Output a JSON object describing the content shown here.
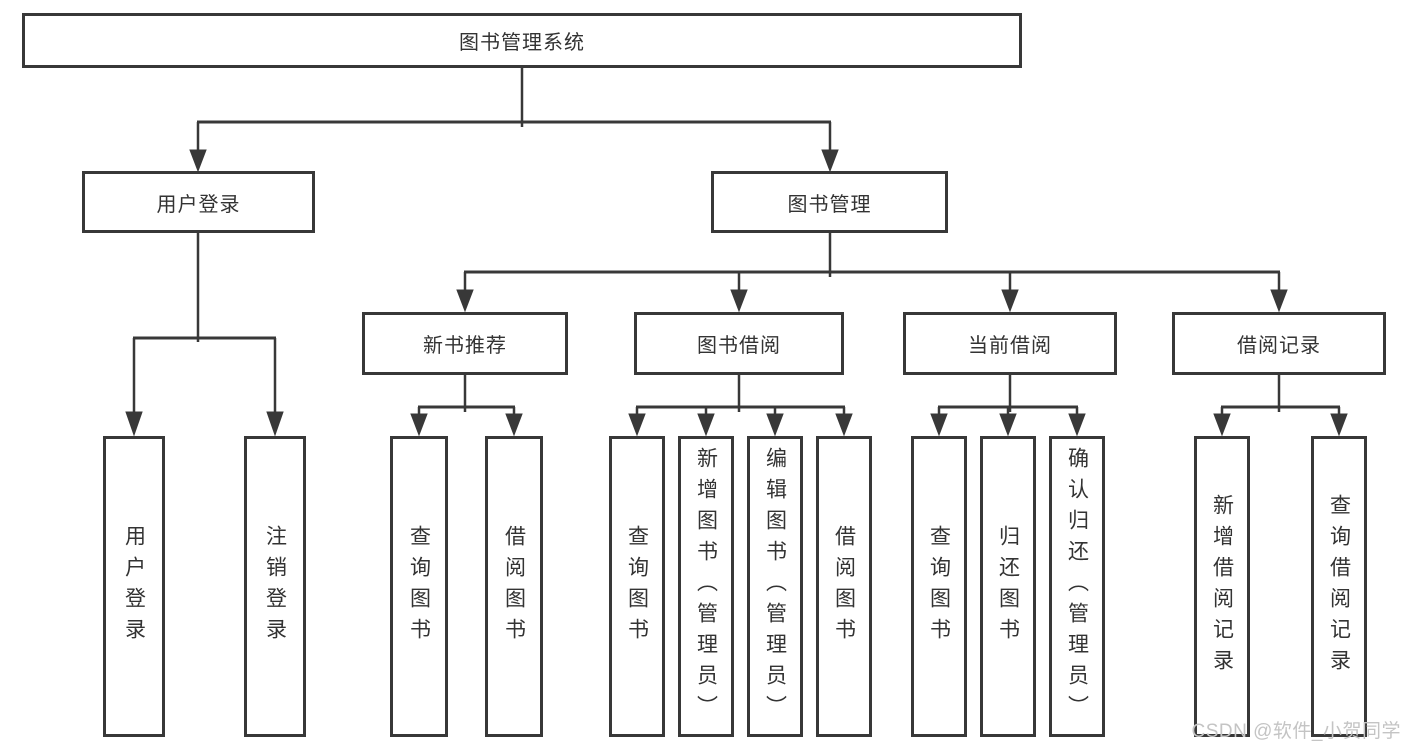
{
  "diagram": {
    "background": "#ffffff",
    "line_color": "#383838",
    "text_color": "#333333",
    "tree": {
      "label": "图书管理系统",
      "children": [
        {
          "label": "用户登录",
          "children": [
            {
              "label": "用户登录"
            },
            {
              "label": "注销登录"
            }
          ]
        },
        {
          "label": "图书管理",
          "children": [
            {
              "label": "新书推荐",
              "children": [
                {
                  "label": "查询图书"
                },
                {
                  "label": "借阅图书"
                }
              ]
            },
            {
              "label": "图书借阅",
              "children": [
                {
                  "label": "查询图书"
                },
                {
                  "label": "新增图书（管理员）"
                },
                {
                  "label": "编辑图书（管理员）"
                },
                {
                  "label": "借阅图书"
                }
              ]
            },
            {
              "label": "当前借阅",
              "children": [
                {
                  "label": "查询图书"
                },
                {
                  "label": "归还图书"
                },
                {
                  "label": "确认归还（管理员）"
                }
              ]
            },
            {
              "label": "借阅记录",
              "children": [
                {
                  "label": "新增借阅记录"
                },
                {
                  "label": "查询借阅记录"
                }
              ]
            }
          ]
        }
      ]
    },
    "watermark": {
      "text": "CSDN @软件_小贺同学",
      "color": "#c4c4c4"
    }
  }
}
